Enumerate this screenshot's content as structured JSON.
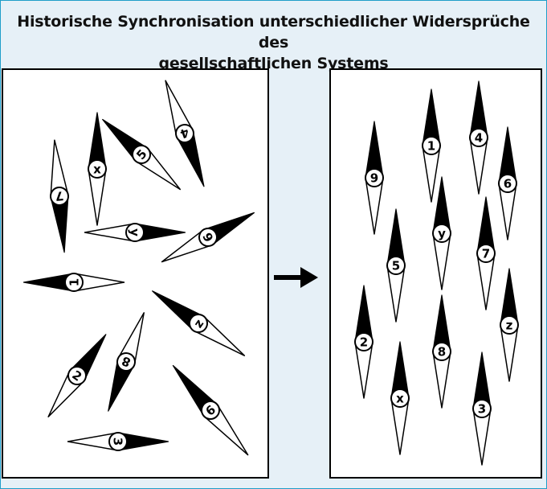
{
  "title": {
    "line1": "Historische Synchronisation unterschiedlicher Widersprüche des",
    "line2": "gesellschaftlichen Systems"
  },
  "arrow_icon": "arrow-right-icon",
  "colors": {
    "background": "#e6f0f7",
    "border": "#1f9ec9",
    "ink": "#000000"
  },
  "left_panel": {
    "needles": [
      {
        "label": "x"
      },
      {
        "label": "5"
      },
      {
        "label": "4"
      },
      {
        "label": "7"
      },
      {
        "label": "y"
      },
      {
        "label": "9"
      },
      {
        "label": "1"
      },
      {
        "label": "z"
      },
      {
        "label": "8"
      },
      {
        "label": "2"
      },
      {
        "label": "6"
      },
      {
        "label": "3"
      }
    ]
  },
  "right_panel": {
    "needles": [
      {
        "label": "1"
      },
      {
        "label": "4"
      },
      {
        "label": "9"
      },
      {
        "label": "6"
      },
      {
        "label": "y"
      },
      {
        "label": "5"
      },
      {
        "label": "7"
      },
      {
        "label": "2"
      },
      {
        "label": "8"
      },
      {
        "label": "z"
      },
      {
        "label": "x"
      },
      {
        "label": "3"
      }
    ]
  }
}
